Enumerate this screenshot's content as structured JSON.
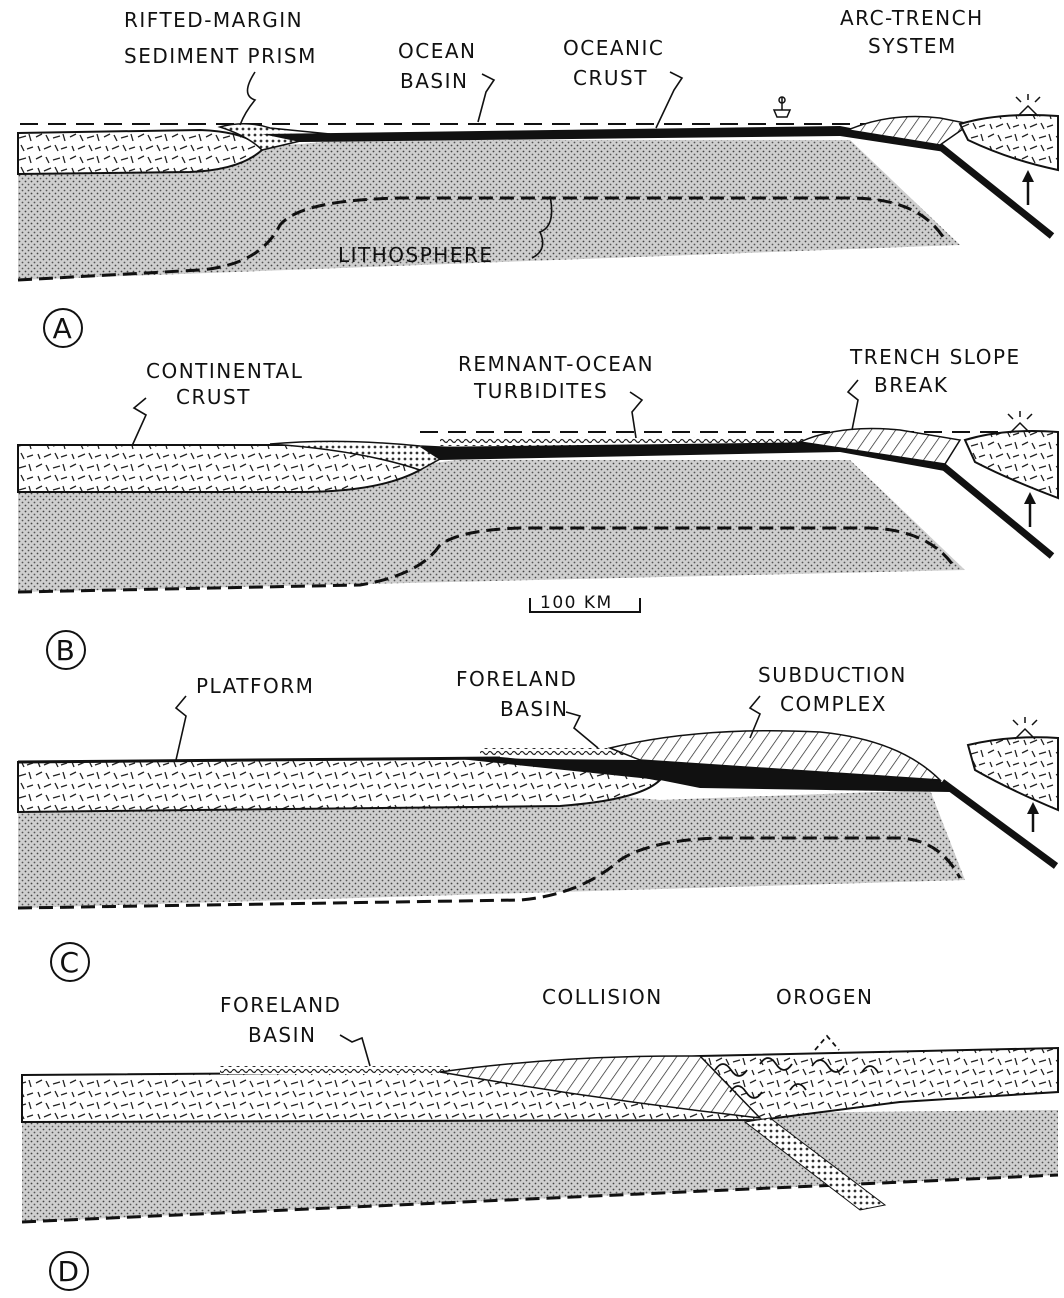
{
  "colors": {
    "ink": "#111111",
    "lithosphere": "#bdbdbd",
    "crust_fill": "#ffffff",
    "background": "#ffffff"
  },
  "panels": [
    {
      "id": "A",
      "letter": "A",
      "labels": {
        "rifted_margin_1": "RIFTED-MARGIN",
        "rifted_margin_2": "SEDIMENT PRISM",
        "ocean_basin_1": "OCEAN",
        "ocean_basin_2": "BASIN",
        "oceanic_crust_1": "OCEANIC",
        "oceanic_crust_2": "CRUST",
        "arc_trench_1": "ARC-TRENCH",
        "arc_trench_2": "SYSTEM",
        "lithosphere": "LITHOSPHERE"
      }
    },
    {
      "id": "B",
      "letter": "B",
      "labels": {
        "continental_crust_1": "CONTINENTAL",
        "continental_crust_2": "CRUST",
        "remnant_1": "REMNANT-OCEAN",
        "remnant_2": "TURBIDITES",
        "trench_slope_1": "TRENCH SLOPE",
        "trench_slope_2": "BREAK"
      }
    },
    {
      "id": "C",
      "letter": "C",
      "labels": {
        "platform": "PLATFORM",
        "foreland_1": "FORELAND",
        "foreland_2": "BASIN",
        "subduction_1": "SUBDUCTION",
        "subduction_2": "COMPLEX"
      }
    },
    {
      "id": "D",
      "letter": "D",
      "labels": {
        "foreland_1": "FORELAND",
        "foreland_2": "BASIN",
        "collision": "COLLISION",
        "orogen": "OROGEN"
      }
    }
  ],
  "scale_bar": {
    "label": "100 KM"
  }
}
